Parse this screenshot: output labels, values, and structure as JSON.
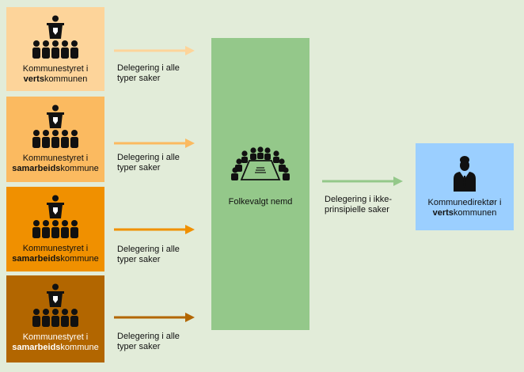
{
  "councils": [
    {
      "prefix": "Kommunestyret i",
      "bold": "verts",
      "suffix": "kommunen",
      "color": "#fdd49a"
    },
    {
      "prefix": "Kommunestyret i",
      "bold": "samarbeids",
      "suffix": "kommune",
      "color": "#fbba60"
    },
    {
      "prefix": "Kommunestyret i",
      "bold": "samarbeids",
      "suffix": "kommune",
      "color": "#f09000"
    },
    {
      "prefix": "Kommunestyret i",
      "bold": "samarbeids",
      "suffix": "kommune",
      "color": "#b26600"
    }
  ],
  "delegations": [
    {
      "line1": "Delegering i alle",
      "line2": "typer saker",
      "color": "#fdd49a"
    },
    {
      "line1": "Delegering i alle",
      "line2": "typer saker",
      "color": "#fbba60"
    },
    {
      "line1": "Delegering i alle",
      "line2": "typer saker",
      "color": "#f09000"
    },
    {
      "line1": "Delegering i alle",
      "line2": "typer saker",
      "color": "#b26600"
    }
  ],
  "nemd": {
    "label": "Folkevalgt nemd",
    "color": "#94c88a"
  },
  "right_arrow": {
    "line1": "Delegering i ikke-",
    "line2": "prinsipielle saker",
    "color": "#94c88a"
  },
  "direktor": {
    "line1": "Kommunedirektør i",
    "bold": "verts",
    "suffix": "kommunen",
    "color": "#9bcfff"
  },
  "icons": {
    "council": "council-podium-icon",
    "nemd": "meeting-table-icon",
    "direktor": "executive-person-icon"
  }
}
